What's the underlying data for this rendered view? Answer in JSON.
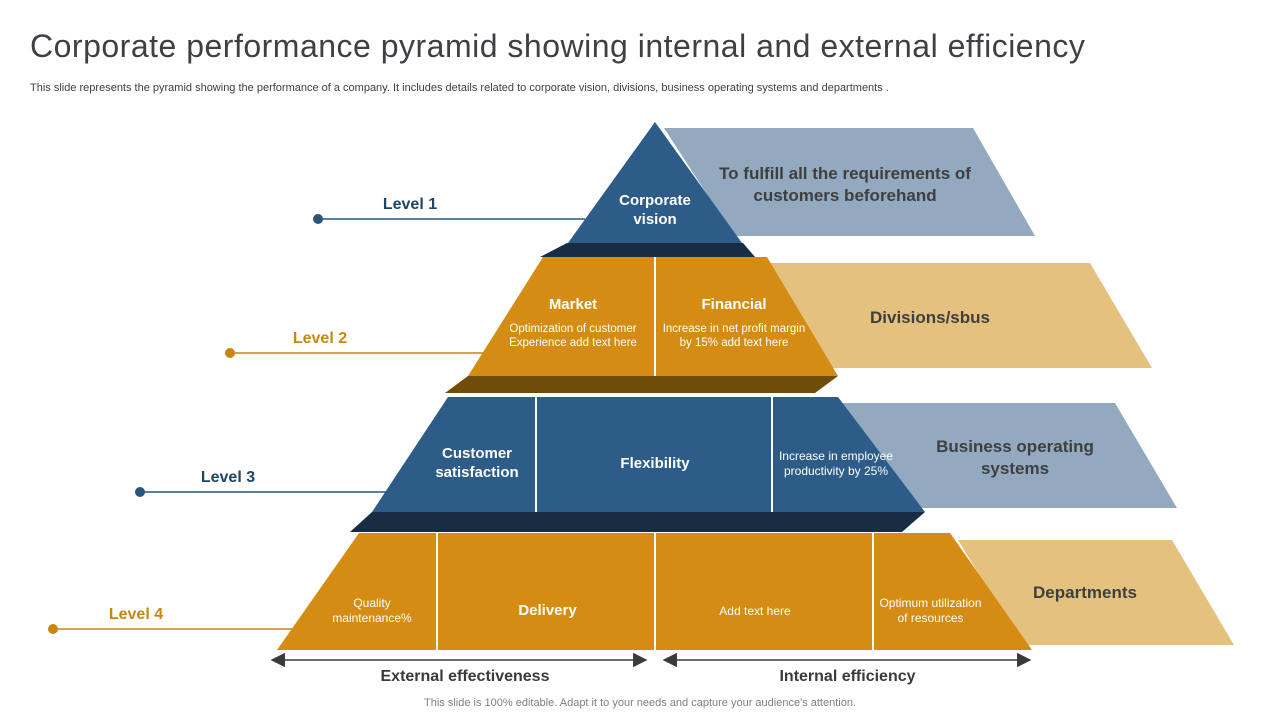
{
  "slide": {
    "title": "Corporate performance pyramid showing internal and external efficiency",
    "subtitle": "This slide represents the pyramid showing the performance of a company. It includes details related to corporate vision, divisions, business operating systems and departments .",
    "footer": "This slide is 100% editable. Adapt it to your needs and capture your audience's attention."
  },
  "levels": [
    {
      "label": "Level 1",
      "title": "Corporate vision",
      "side": "To fulfill all the requirements of customers beforehand"
    },
    {
      "label": "Level 2",
      "cell1_title": "Market",
      "cell1_desc": "Optimization of customer Experience add text here",
      "cell2_title": "Financial",
      "cell2_desc": "Increase in net profit margin by 15% add text here",
      "side": "Divisions/sbus"
    },
    {
      "label": "Level 3",
      "cell1": "Customer satisfaction",
      "cell2": "Flexibility",
      "cell3": "Increase in employee productivity by 25%",
      "side": "Business operating systems"
    },
    {
      "label": "Level 4",
      "cell1": "Quality maintenance%",
      "cell2": "Delivery",
      "cell3": "Add text here",
      "cell4": "Optimum utilization of resources",
      "side": "Departments"
    }
  ],
  "axis": {
    "external": "External effectiveness",
    "internal": "Internal efficiency"
  },
  "colors": {
    "blue": "#2d5c88",
    "navy_shadow": "#182c44",
    "orange": "#d58c12",
    "brown_shadow": "#6f4d08",
    "steel_flange": "#92a9c0",
    "tan_flange": "#e4c17f",
    "line_blue": "#27567f",
    "line_orange": "#c8860d",
    "label_blue": "#1e4564",
    "label_orange": "#c8860d",
    "title_text": "#3f3f46",
    "side_text": "#3f3f3f",
    "arrow": "#3a3a3a",
    "footer_text": "#808080",
    "divider": "#ffffff"
  }
}
